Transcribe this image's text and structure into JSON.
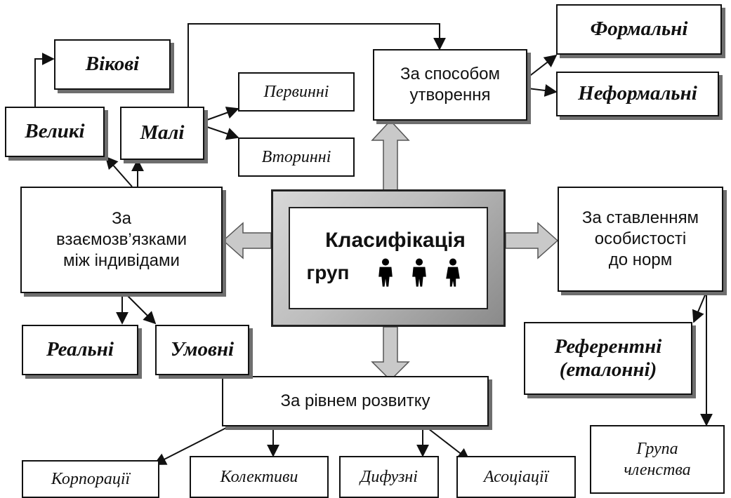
{
  "center": {
    "title": "Класифікація",
    "subtitle": "груп"
  },
  "criteria": {
    "formation": "За способом\nутворення",
    "relations": "За\nвзаємозв’язками\nміж індивідами",
    "attitude": "За ставленням\nособистості\nдо норм",
    "development": "За рівнем розвитку"
  },
  "types": {
    "formal": "Формальні",
    "informal": "Неформальні",
    "age": "Вікові",
    "large": "Великі",
    "small": "Малі",
    "primary": "Первинні",
    "secondary": "Вторинні",
    "real": "Реальні",
    "conditional": "Умовні",
    "reference": "Референтні\n(еталонні)",
    "membership": "Група\nчленства",
    "corporations": "Корпорації",
    "collectives": "Колективи",
    "diffuse": "Дифузні",
    "associations": "Асоціації"
  },
  "colors": {
    "line": "#111111",
    "shadow": "#6e6e6e",
    "block_arrow": "#c9c9c9",
    "frame_bevel": "#bdbdbd"
  },
  "icons": [
    "person-icon",
    "person-icon",
    "person-icon"
  ]
}
